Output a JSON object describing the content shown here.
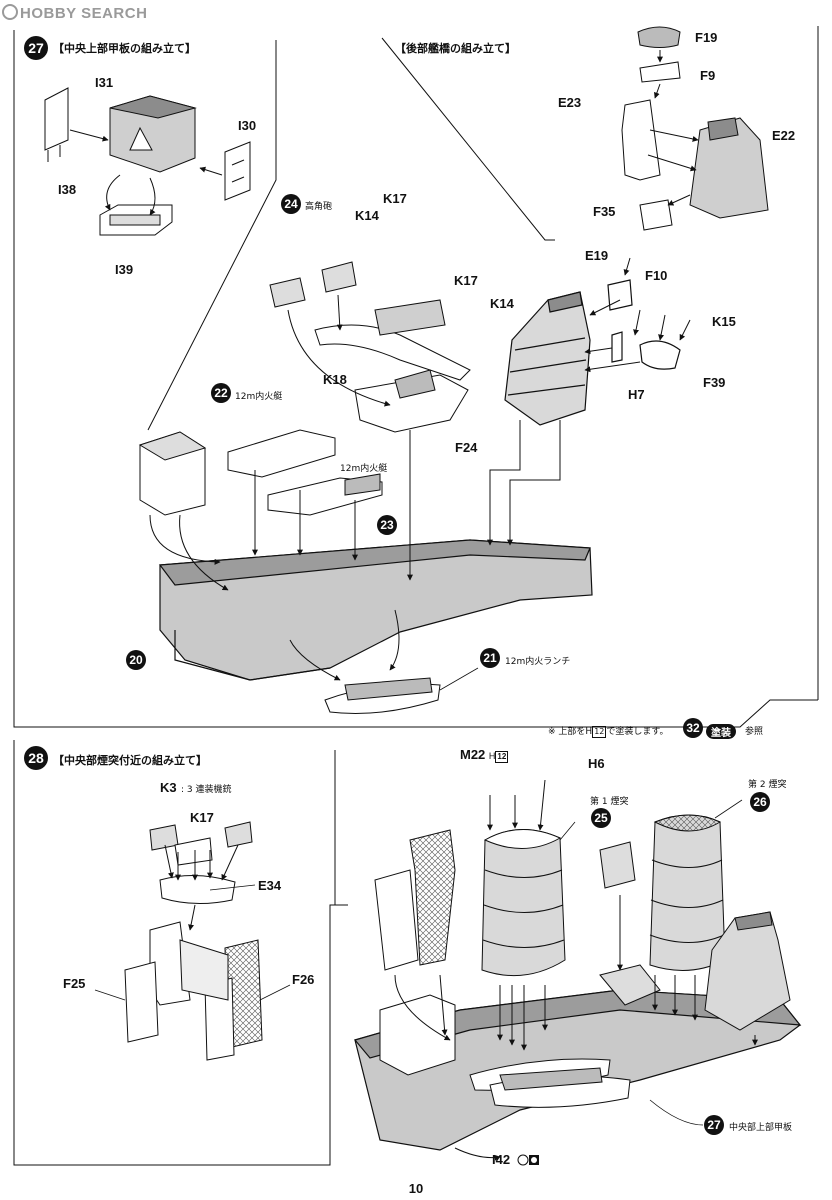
{
  "watermark": "HOBBY SEARCH",
  "page_number": "10",
  "step27": {
    "badge": "27",
    "title": "【中央上部甲板の組み立て】",
    "parts": {
      "i31": "I31",
      "i30": "I30",
      "i38": "I38",
      "i39": "I39",
      "k14a": "K14",
      "k17a": "K17",
      "k17b": "K17",
      "k14b": "K14",
      "k18": "K18",
      "f24": "F24"
    },
    "sub24": {
      "badge": "24",
      "label": "高角砲"
    },
    "sub22": {
      "badge": "22",
      "label": "12m内火艇"
    },
    "sub23": {
      "badge": "23",
      "label": "12m内火艇"
    },
    "sub20": {
      "badge": "20"
    },
    "sub21": {
      "badge": "21",
      "label": "12m内火ランチ"
    }
  },
  "bridge": {
    "title": "【後部艦橋の組み立て】",
    "parts": {
      "f19": "F19",
      "f9": "F9",
      "e23": "E23",
      "e22": "E22",
      "f35": "F35",
      "e19": "E19",
      "f10": "F10",
      "k15": "K15",
      "h7": "H7",
      "f39": "F39"
    }
  },
  "step28": {
    "badge": "28",
    "title": "【中央部煙突付近の組み立て】",
    "note": {
      "prefix": "※ 上部を",
      "code": "H",
      "code_box": "12",
      "suffix": "で塗装します。",
      "badge": "32",
      "tag": "塗装",
      "tail": "参照"
    },
    "parts": {
      "k3": "K3",
      "k3_label": ": 3 連装機銃",
      "k17": "K17",
      "e34": "E34",
      "f25": "F25",
      "f26": "F26",
      "m22": "M22",
      "m22_code": "H",
      "m22_box": "12",
      "h6": "H6",
      "i42": "I42"
    },
    "sub25": {
      "badge": "25",
      "label": "第 1 煙突"
    },
    "sub26": {
      "badge": "26",
      "label": "第 2 煙突"
    },
    "sub27": {
      "badge": "27",
      "label": "中央部上部甲板"
    }
  },
  "colors": {
    "ink": "#111111",
    "part_fill": "#d9d9d9",
    "part_shade": "#8c8c8c",
    "watermark": "#9a9a9a"
  }
}
